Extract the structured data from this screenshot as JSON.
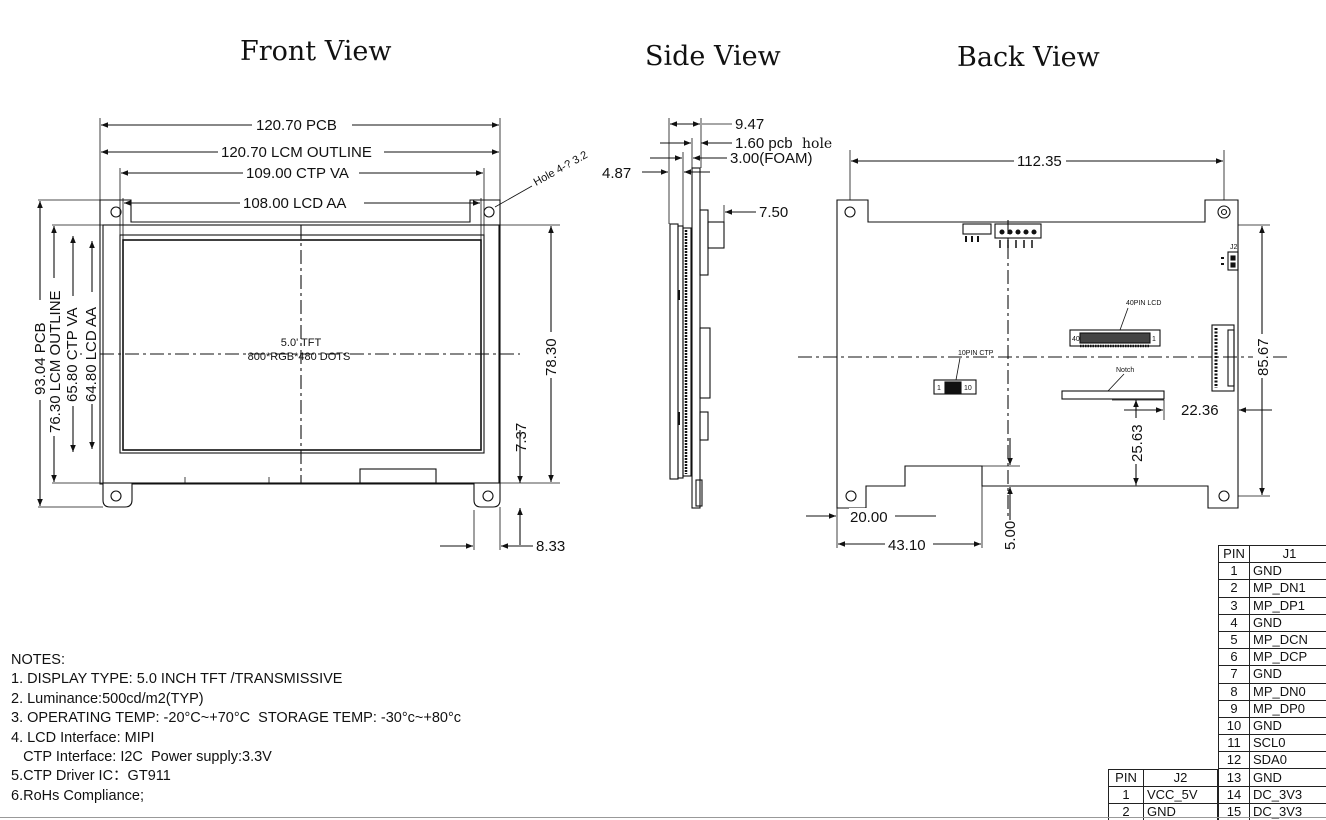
{
  "views": {
    "front": "Front View",
    "side": "Side View",
    "back": "Back View"
  },
  "front_dims": {
    "pcb_width": "120.70  PCB",
    "lcm_outline": "120.70 LCM OUTLINE",
    "ctp_va": "109.00 CTP VA",
    "lcd_aa": "108.00  LCD AA",
    "hole": "Hole 4-? 3.2",
    "pcb_height": "93.04 PCB",
    "lcm_outline_h": "76.30 LCM OUTLINE",
    "ctp_va_h": "65.80 CTP VA",
    "lcd_aa_h": "64.80  LCD AA",
    "height_78": "78.30",
    "offset_737": "7.37",
    "offset_833": "8.33",
    "panel_line1": "5.0' TFT",
    "panel_line2": "800*RGB*480 DOTS"
  },
  "side_dims": {
    "d947": "9.47",
    "pcb_hole": "1.60 pcb",
    "pcb_hole_word": "hole",
    "foam": "3.00(FOAM)",
    "d487": "4.87",
    "d750": "7.50"
  },
  "back_dims": {
    "d11235": "112.35",
    "d8567": "85.67",
    "d2236": "22.36",
    "d2563": "25.63",
    "d2000": "20.00",
    "d4310": "43.10",
    "d500": "5.00",
    "lcd40": "40PIN LCD",
    "ctp10": "10PIN CTP",
    "notch": "Notch",
    "pin40": "40",
    "pin1": "1",
    "ctp1": "1",
    "ctp10num": "10",
    "j2": "J2"
  },
  "notes": {
    "heading": "NOTES:",
    "items": [
      "1. DISPLAY TYPE: 5.0 INCH TFT /TRANSMISSIVE",
      "2. Luminance:500cd/m2(TYP)",
      "3. OPERATING TEMP: -20°C~+70°C  STORAGE TEMP: -30°c~+80°c",
      "4. LCD Interface: MIPI",
      "   CTP Interface: I2C  Power supply:3.3V",
      "5.CTP Driver IC：GT911",
      "6.RoHs Compliance;"
    ]
  },
  "j1_table": {
    "headers": [
      "PIN",
      "J1"
    ],
    "rows": [
      [
        "1",
        "GND"
      ],
      [
        "2",
        "MP_DN1"
      ],
      [
        "3",
        "MP_DP1"
      ],
      [
        "4",
        "GND"
      ],
      [
        "5",
        "MP_DCN"
      ],
      [
        "6",
        "MP_DCP"
      ],
      [
        "7",
        "GND"
      ],
      [
        "8",
        "MP_DN0"
      ],
      [
        "9",
        "MP_DP0"
      ],
      [
        "10",
        "GND"
      ],
      [
        "11",
        "SCL0"
      ],
      [
        "12",
        "SDA0"
      ],
      [
        "13",
        "GND"
      ],
      [
        "14",
        "DC_3V3"
      ],
      [
        "15",
        "DC_3V3"
      ]
    ]
  },
  "j2_table": {
    "headers": [
      "PIN",
      "J2"
    ],
    "rows": [
      [
        "1",
        "VCC_5V"
      ],
      [
        "2",
        "GND"
      ]
    ]
  }
}
